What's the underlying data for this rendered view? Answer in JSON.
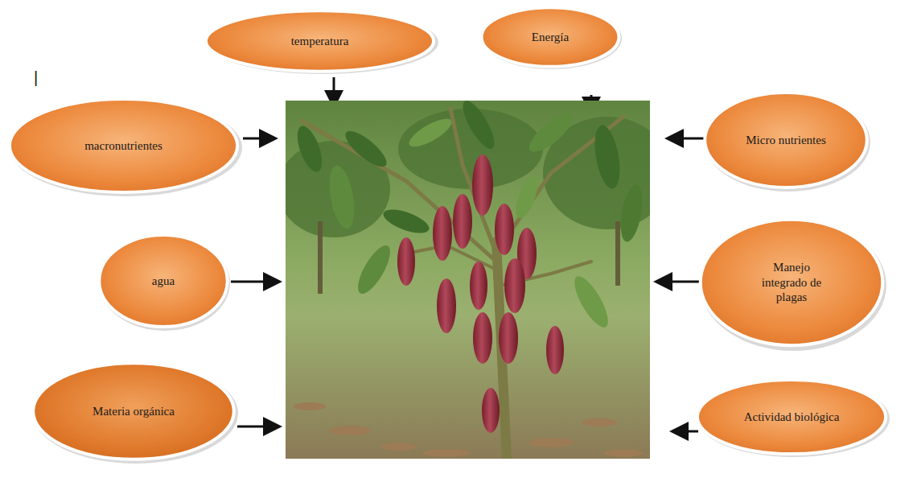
{
  "diagram": {
    "nodes": [
      {
        "text": [
          "temperatura"
        ]
      },
      {
        "text": [
          "Energía"
        ]
      },
      {
        "text": [
          "macronutrientes"
        ]
      },
      {
        "text": [
          "Micro nutrientes"
        ]
      },
      {
        "text": [
          "agua"
        ]
      },
      {
        "text": [
          "Manejo integrado de plagas"
        ]
      },
      {
        "text": [
          "Materia orgánica"
        ]
      },
      {
        "text": [
          "Actividad biológica"
        ]
      }
    ],
    "labels": [
      "|"
    ]
  }
}
